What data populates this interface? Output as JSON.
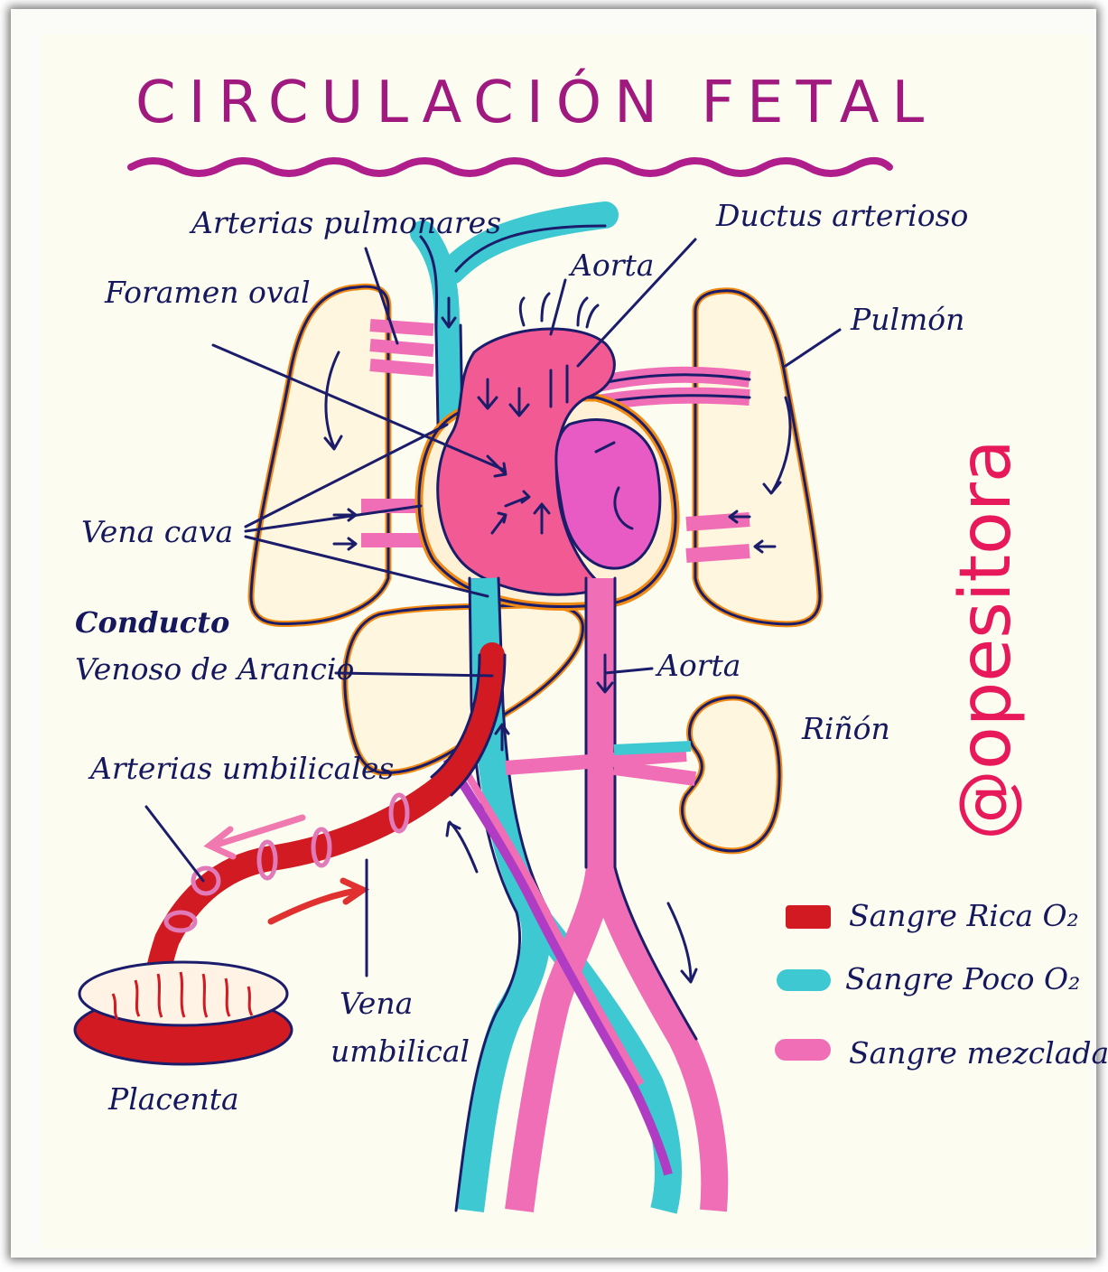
{
  "title": "CIRCULACIÓN FETAL",
  "watermark": "@opesitora",
  "labels": {
    "pulmonary_arteries": "Arterias pulmonares",
    "ductus": "Ductus arterioso",
    "foramen": "Foramen oval",
    "aorta_top": "Aorta",
    "lung": "Pulmón",
    "vena_cava": "Vena cava",
    "conducto_line1": "Conducto",
    "conducto_line2": "Venoso de Arancio",
    "aorta_mid": "Aorta",
    "kidney": "Riñón",
    "umbilical_arteries": "Arterias umbilicales",
    "umbilical_vein_line1": "Vena",
    "umbilical_vein_line2": "umbilical",
    "placenta": "Placenta"
  },
  "legend": [
    {
      "label": "Sangre Rica O₂",
      "color": "#d11a22"
    },
    {
      "label": "Sangre Poco O₂",
      "color": "#3ec8d2"
    },
    {
      "label": "Sangre mezclada",
      "color": "#f06eb6"
    }
  ],
  "colors": {
    "outline": "#1b1d6b",
    "organ_border": "#f08a12",
    "heart": "#f25a93",
    "oxygen_rich": "#d11a22",
    "oxygen_poor": "#3ec8d2",
    "mixed": "#f06eb6",
    "title": "#a0197e",
    "watermark": "#e8195a"
  }
}
